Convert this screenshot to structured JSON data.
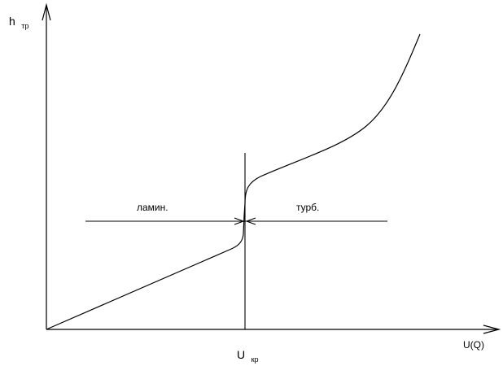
{
  "y_axis": {
    "symbol": "h",
    "subscript": "тр"
  },
  "x_axis": {
    "label": "U(Q)"
  },
  "critical_mark": {
    "symbol": "U",
    "subscript": "кр"
  },
  "regions": {
    "laminar": "ламин.",
    "turbulent": "турб."
  }
}
